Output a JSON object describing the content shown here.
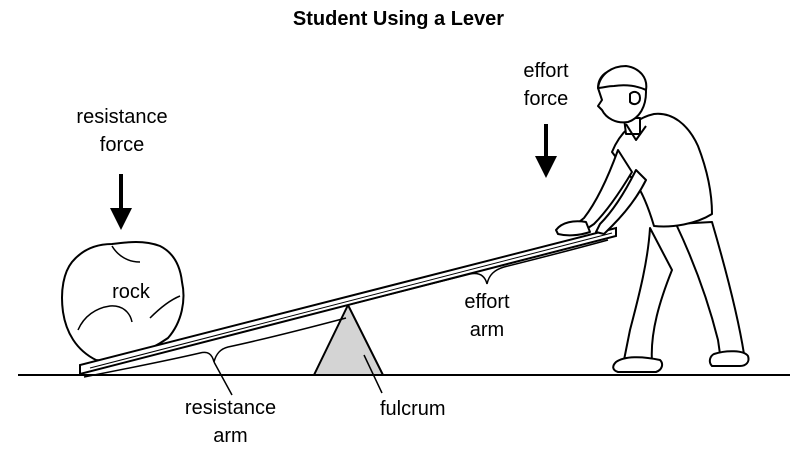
{
  "title": "Student Using a Lever",
  "labels": {
    "resistance_force": [
      "resistance",
      "force"
    ],
    "effort_force": [
      "effort",
      "force"
    ],
    "rock": "rock",
    "effort_arm": [
      "effort",
      "arm"
    ],
    "resistance_arm": [
      "resistance",
      "arm"
    ],
    "fulcrum": "fulcrum"
  },
  "colors": {
    "line": "#000000",
    "fulcrum_fill": "#d4d4d4",
    "background": "#ffffff"
  }
}
